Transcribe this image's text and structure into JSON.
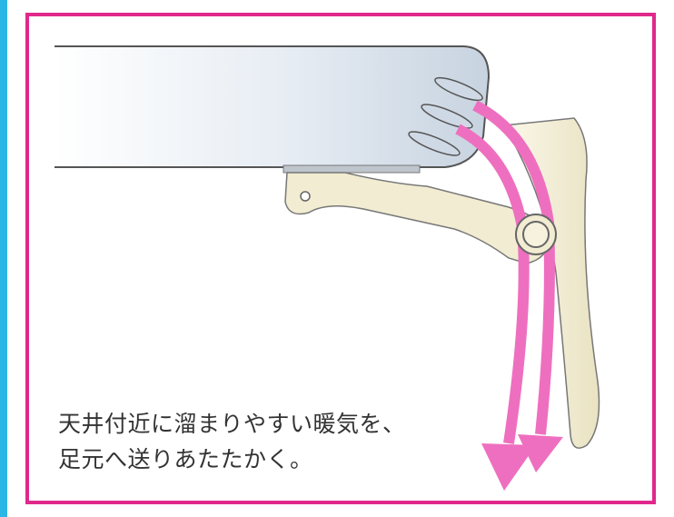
{
  "caption": {
    "line1": "天井付近に溜まりやすい暖気を、",
    "line2": "足元へ送りあたたかく。"
  },
  "colors": {
    "frame_border": "#e0288c",
    "left_strip": "#2bb7e6",
    "airflow_arrow": "#ee6fbf",
    "louver_fill": "#f1ecd2",
    "unit_body": "#dce6f0"
  },
  "icons": [
    "ac-unit-body",
    "vent-slats",
    "louver-arm",
    "pivot-joint",
    "airflow-arrow"
  ]
}
